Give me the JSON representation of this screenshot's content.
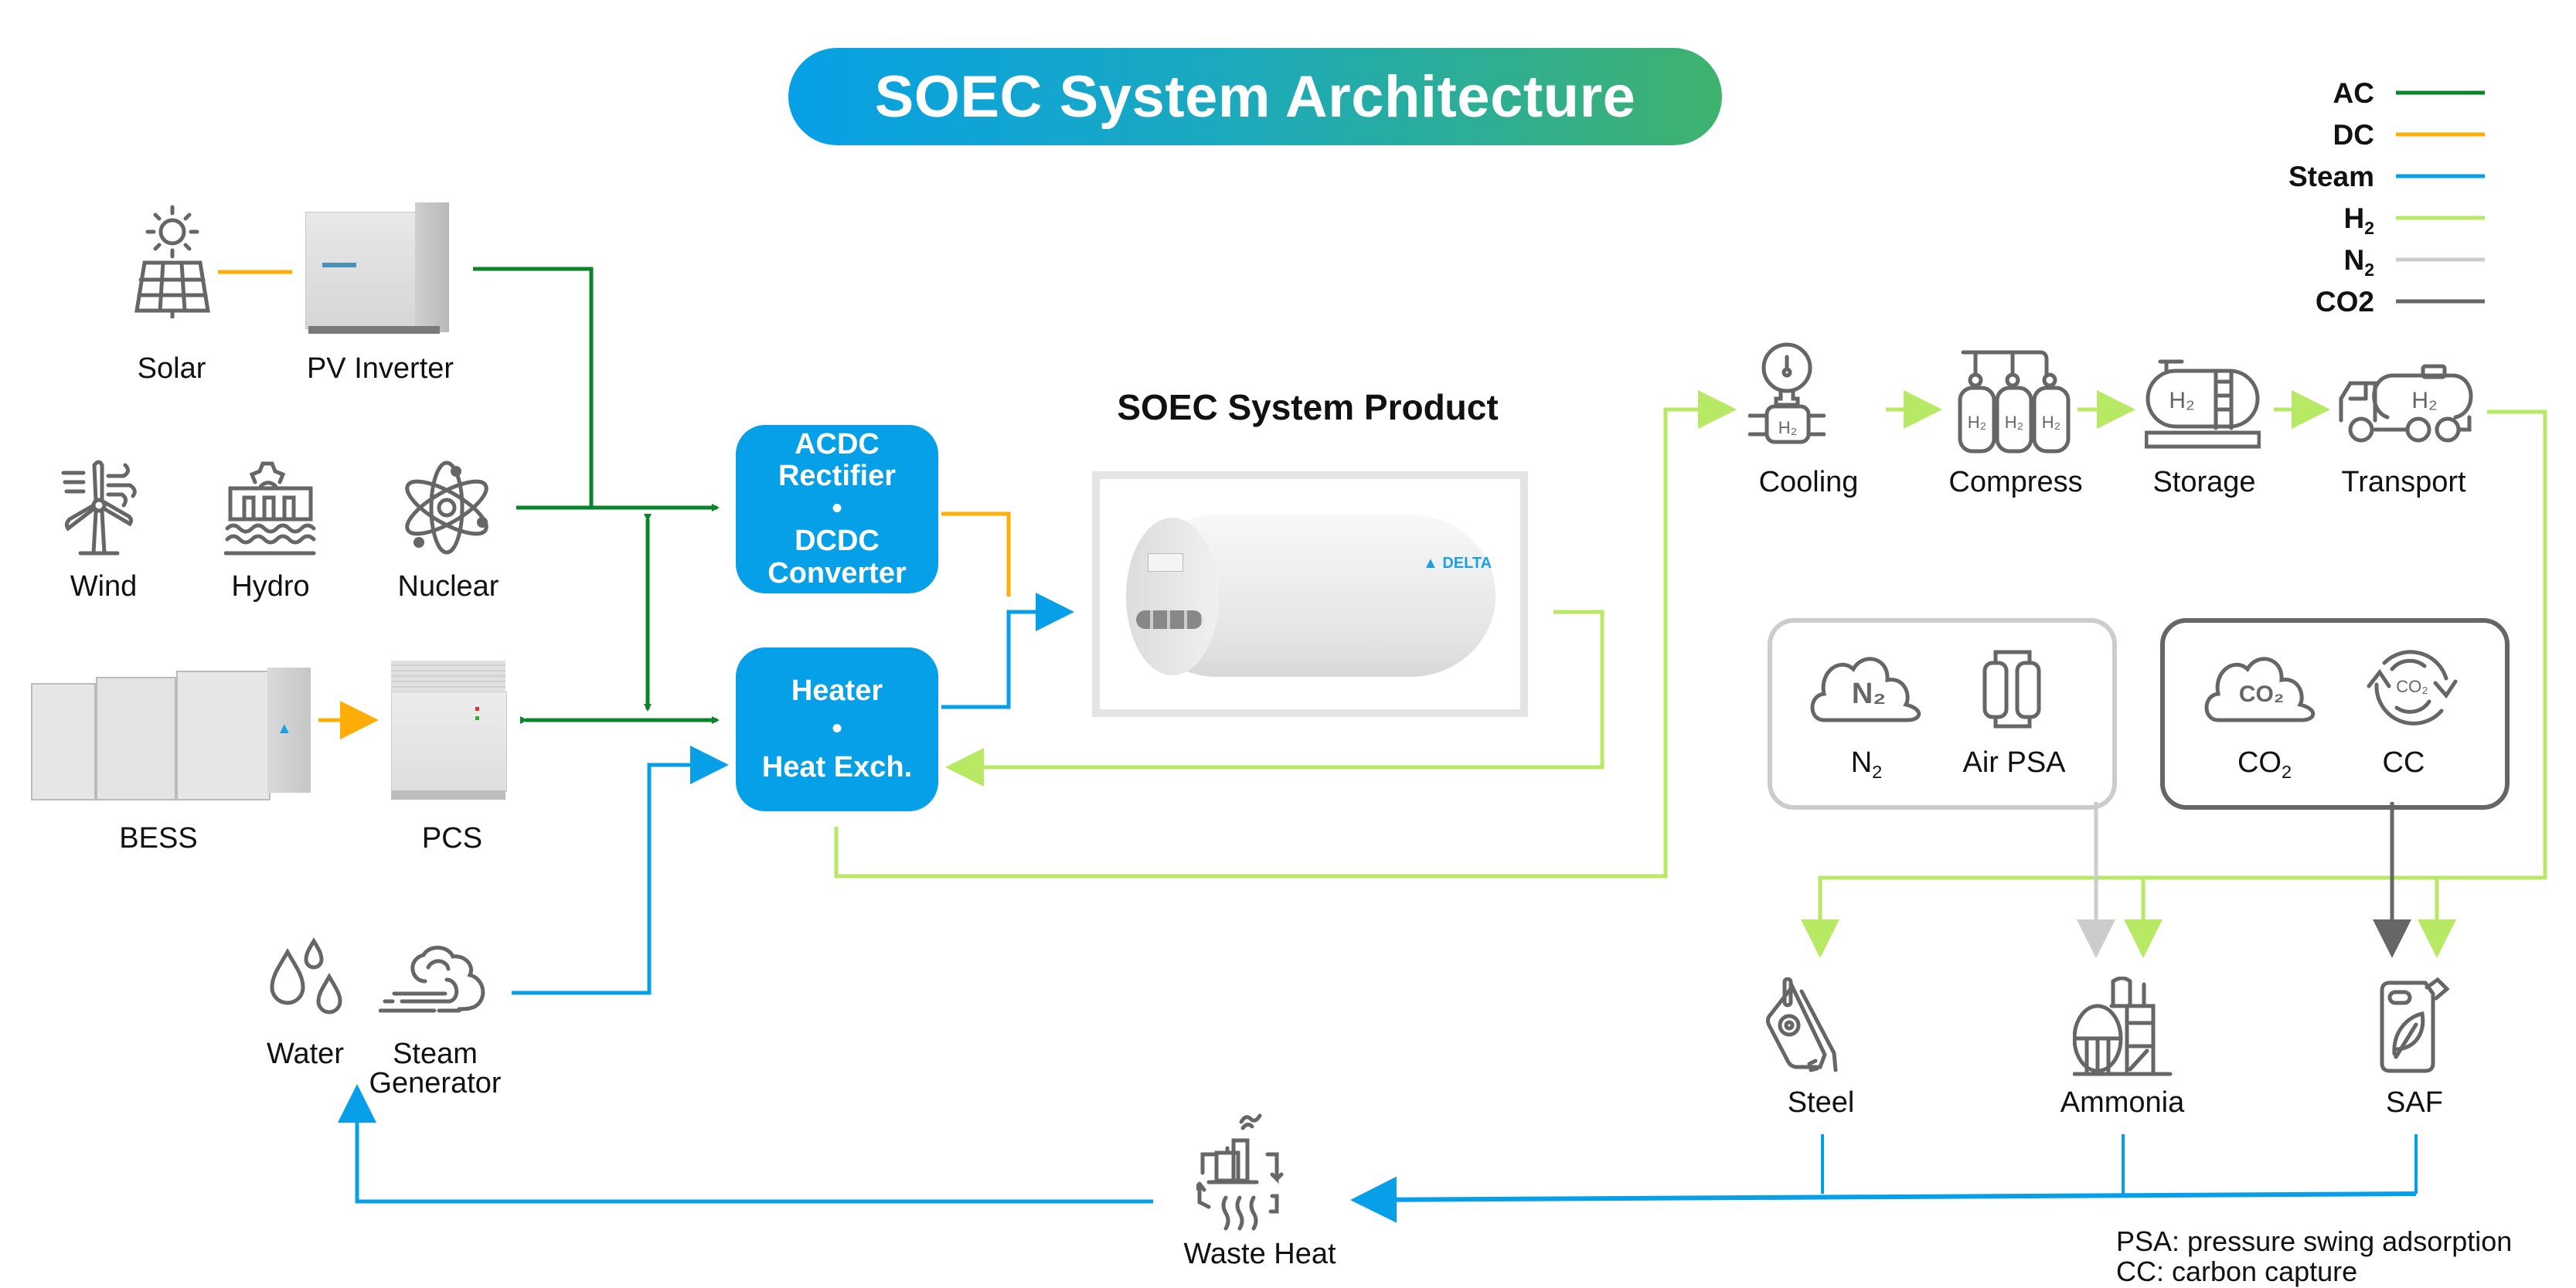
{
  "title": "SOEC System Architecture",
  "colors": {
    "ac": "#0a8428",
    "dc": "#ffad08",
    "steam": "#079fe7",
    "h2": "#b8e964",
    "n2": "#cccccc",
    "co2": "#666666",
    "icon": "#666666",
    "box_blue": "#05a0e8",
    "title_gradient_start": "#07a0e6",
    "title_gradient_end": "#3fb26e"
  },
  "legend": [
    {
      "key": "ac",
      "label": "AC"
    },
    {
      "key": "dc",
      "label": "DC"
    },
    {
      "key": "steam",
      "label": "Steam"
    },
    {
      "key": "h2",
      "label": "H",
      "sub": "2"
    },
    {
      "key": "n2",
      "label": "N",
      "sub": "2"
    },
    {
      "key": "co2",
      "label": "CO2"
    }
  ],
  "sources": {
    "solar": "Solar",
    "pv_inverter": "PV Inverter",
    "wind": "Wind",
    "hydro": "Hydro",
    "nuclear": "Nuclear",
    "bess": "BESS",
    "pcs": "PCS",
    "water": "Water",
    "steam_generator_line1": "Steam",
    "steam_generator_line2": "Generator"
  },
  "converters": {
    "rectifier": {
      "line1": "ACDC",
      "line2": "Rectifier",
      "bullet": "•",
      "line3": "DCDC",
      "line4": "Converter"
    },
    "heater": {
      "line1": "Heater",
      "bullet": "•",
      "line2": "Heat Exch."
    }
  },
  "product": {
    "title": "SOEC System Product",
    "brand": "DELTA"
  },
  "h2_chain": [
    {
      "id": "cooling",
      "label": "Cooling"
    },
    {
      "id": "compress",
      "label": "Compress"
    },
    {
      "id": "storage",
      "label": "Storage"
    },
    {
      "id": "transport",
      "label": "Transport"
    }
  ],
  "n2_group": {
    "n2_label": "N",
    "n2_sub": "2",
    "psa_label": "Air PSA",
    "icon_text": "N₂"
  },
  "co2_group": {
    "co2_label": "CO",
    "co2_sub": "2",
    "cc_label": "CC",
    "icon_text": "CO₂"
  },
  "end_uses": [
    {
      "id": "steel",
      "label": "Steel"
    },
    {
      "id": "ammonia",
      "label": "Ammonia"
    },
    {
      "id": "saf",
      "label": "SAF"
    }
  ],
  "waste_heat": "Waste Heat",
  "footnotes": [
    "PSA: pressure swing adsorption",
    "CC: carbon capture"
  ],
  "icon_h2_text": "H₂"
}
